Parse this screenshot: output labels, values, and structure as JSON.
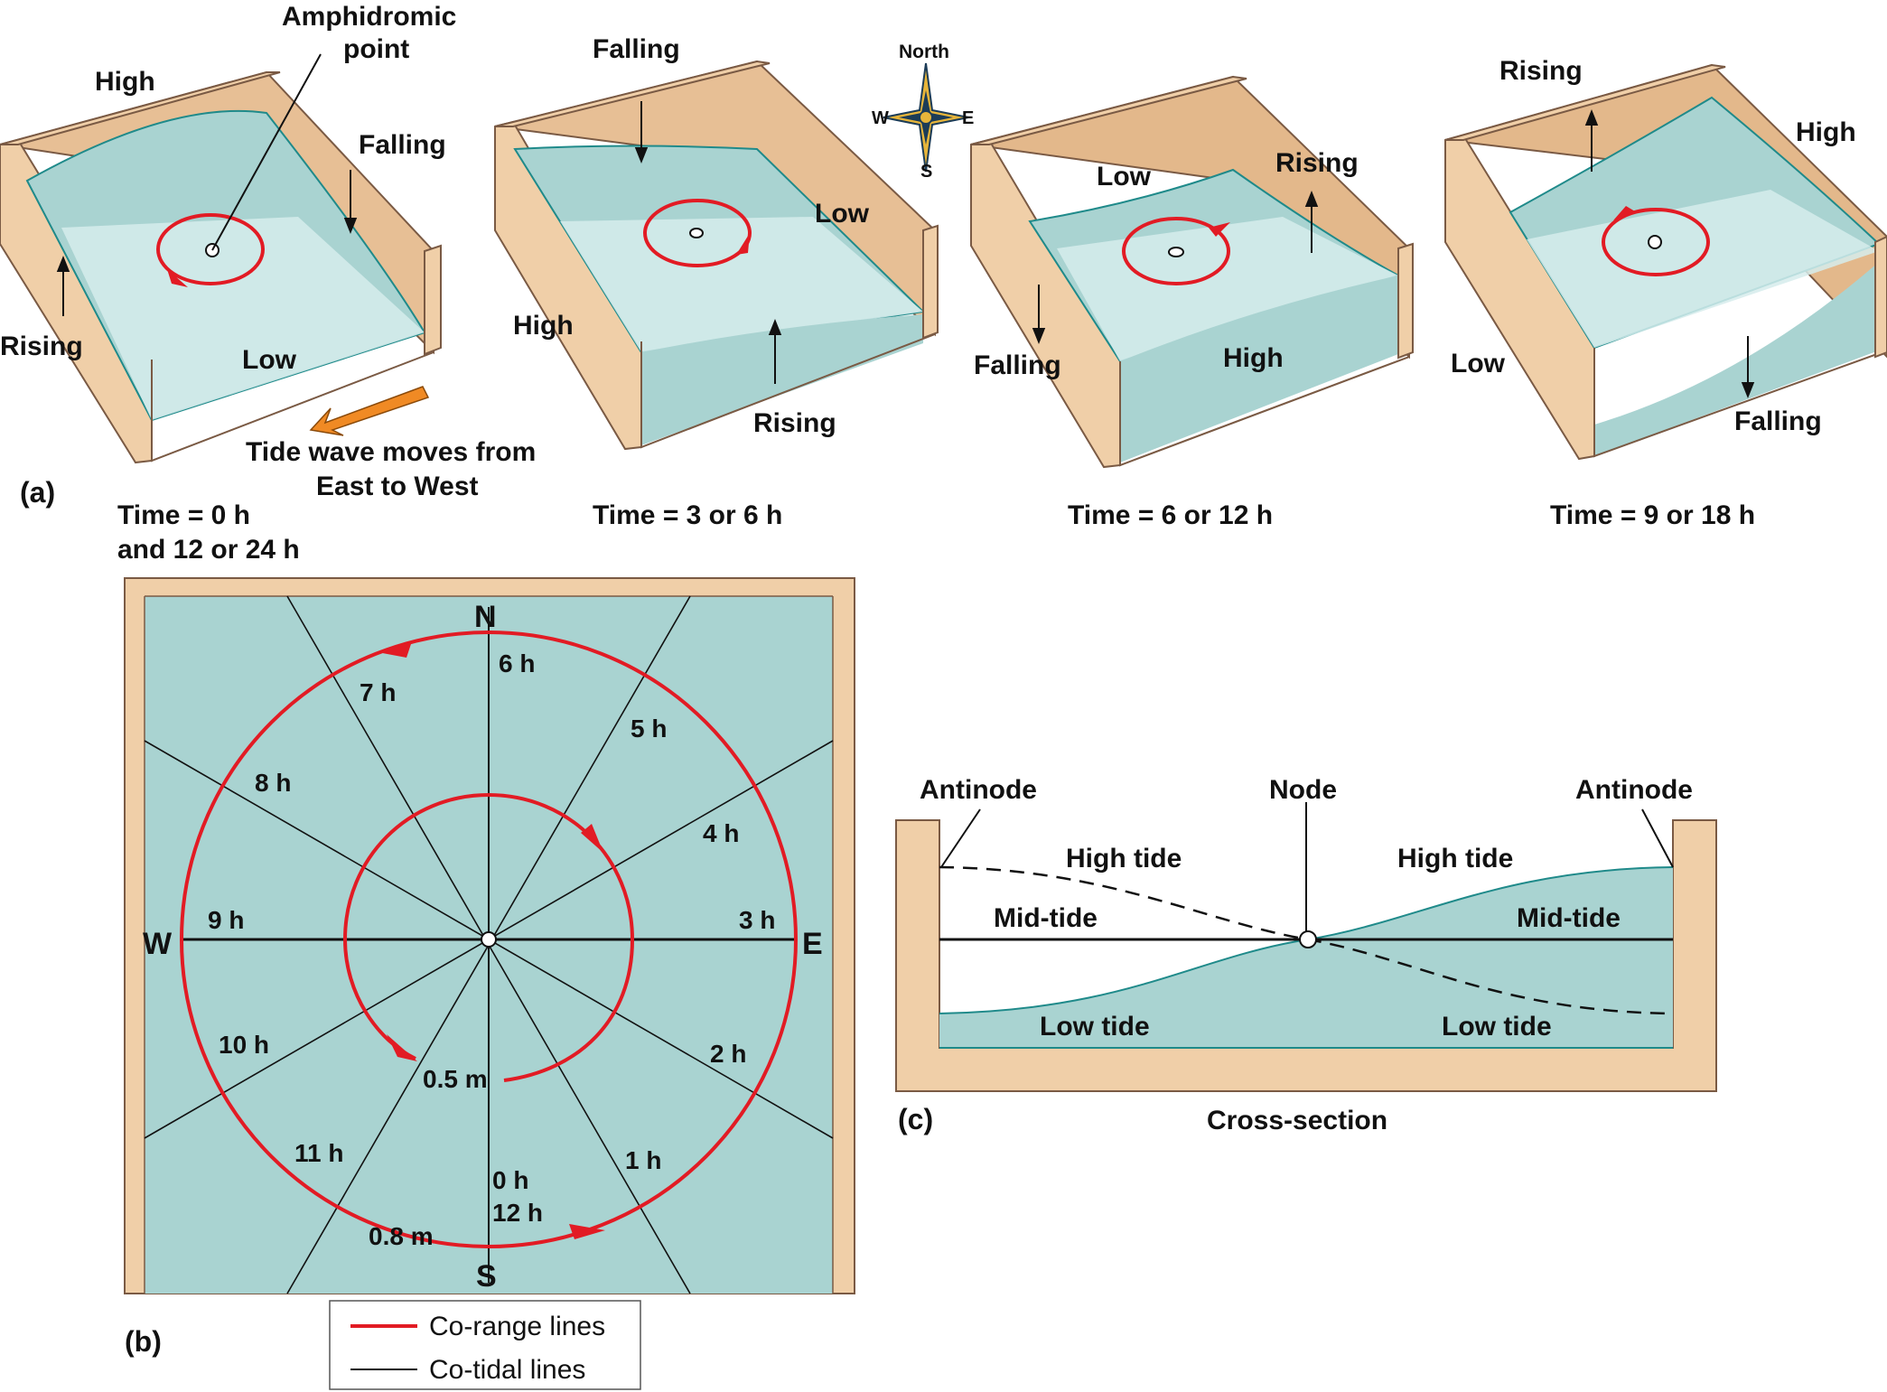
{
  "colors": {
    "wood": "#f0cfa8",
    "wood_dark": "#e3b88b",
    "wood_edge": "#7a5a44",
    "water": "#a9d3d1",
    "water_light": "#d6ecec",
    "water_edge": "#1f8a8a",
    "corange": "#e21b24",
    "cotidal": "#111111",
    "compass": "#e7b53a",
    "compass_dark": "#1c3c57"
  },
  "panel_a": {
    "label": "(a)",
    "amphidromic": [
      "Amphidromic",
      "point"
    ],
    "wave_text": [
      "Tide wave moves from",
      "East to West"
    ],
    "compass": {
      "north": "North",
      "south": "S",
      "east": "E",
      "west": "W"
    },
    "boxes": [
      {
        "time": [
          "Time = 0 h",
          "and 12 or 24 h"
        ],
        "labels": [
          "High",
          "Falling",
          "Rising",
          "Low"
        ]
      },
      {
        "time": [
          "Time = 3 or 6 h"
        ],
        "labels": [
          "Falling",
          "Low",
          "High",
          "Rising"
        ]
      },
      {
        "time": [
          "Time = 6 or 12 h"
        ],
        "labels": [
          "Low",
          "Rising",
          "Falling",
          "High"
        ]
      },
      {
        "time": [
          "Time = 9 or 18 h"
        ],
        "labels": [
          "Rising",
          "High",
          "Low",
          "Falling"
        ]
      }
    ]
  },
  "panel_b": {
    "label": "(b)",
    "directions": {
      "n": "N",
      "s": "S",
      "e": "E",
      "w": "W"
    },
    "hours": [
      "0 h",
      "12 h",
      "1 h",
      "2 h",
      "3 h",
      "4 h",
      "5 h",
      "6 h",
      "7 h",
      "8 h",
      "9 h",
      "10 h",
      "11 h"
    ],
    "ranges": [
      "0.5 m",
      "0.8 m"
    ],
    "legend": {
      "corange": "Co-range lines",
      "cotidal": "Co-tidal lines"
    }
  },
  "panel_c": {
    "label": "(c)",
    "caption": "Cross-section",
    "antinode_left": "Antinode",
    "antinode_right": "Antinode",
    "node": "Node",
    "high_left": "High tide",
    "high_right": "High tide",
    "mid_left": "Mid-tide",
    "mid_right": "Mid-tide",
    "low_left": "Low tide",
    "low_right": "Low tide"
  }
}
